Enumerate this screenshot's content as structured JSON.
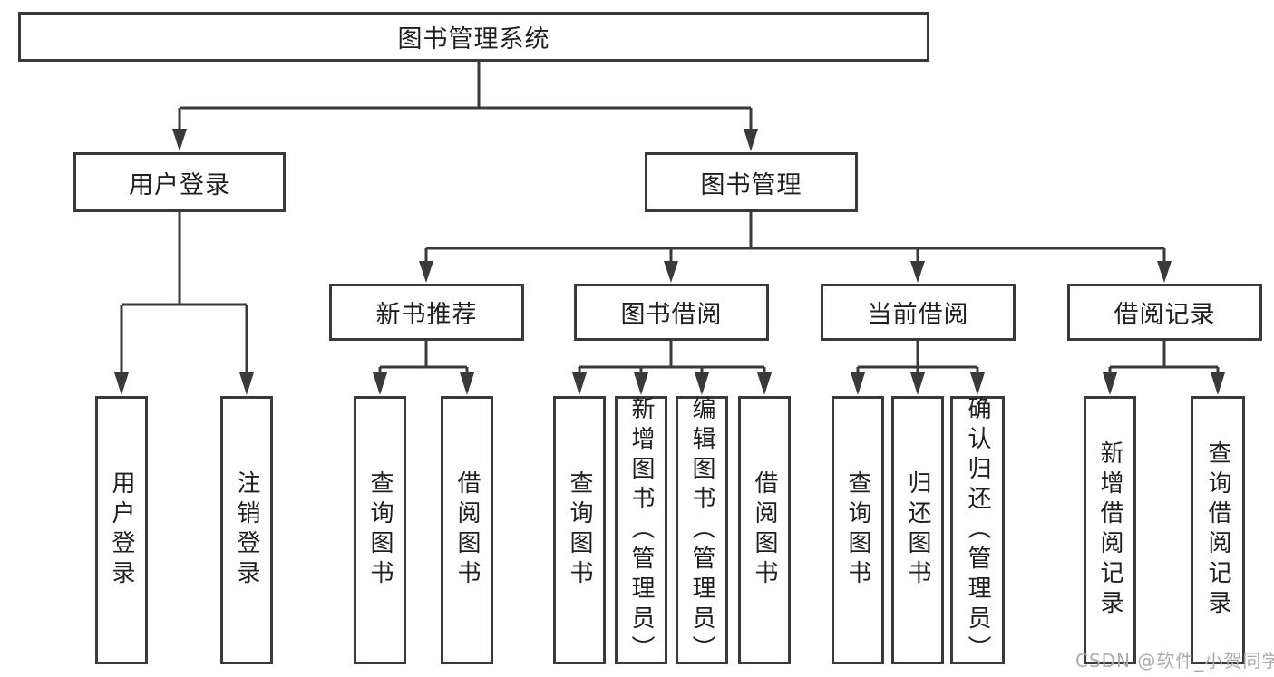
{
  "diagram": {
    "title": "图书管理系统",
    "branches": [
      {
        "label": "用户登录",
        "leaves": [
          "用户登录",
          "注销登录"
        ]
      },
      {
        "label": "图书管理",
        "sections": [
          {
            "label": "新书推荐",
            "leaves": [
              "查询图书",
              "借阅图书"
            ]
          },
          {
            "label": "图书借阅",
            "leaves": [
              "查询图书",
              "新增图书（管理员）",
              "编辑图书（管理员）",
              "借阅图书"
            ]
          },
          {
            "label": "当前借阅",
            "leaves": [
              "查询图书",
              "归还图书",
              "确认归还（管理员）"
            ]
          },
          {
            "label": "借阅记录",
            "leaves": [
              "新增借阅记录",
              "查询借阅记录"
            ]
          }
        ]
      }
    ]
  },
  "watermark": "CSDN @软件_小贺同学",
  "colors": {
    "line": "#3a3a3a",
    "text": "#1f1f1f",
    "box_background": "#ffffff",
    "page_background": "#ffffff",
    "watermark": "#a8a8a8"
  }
}
